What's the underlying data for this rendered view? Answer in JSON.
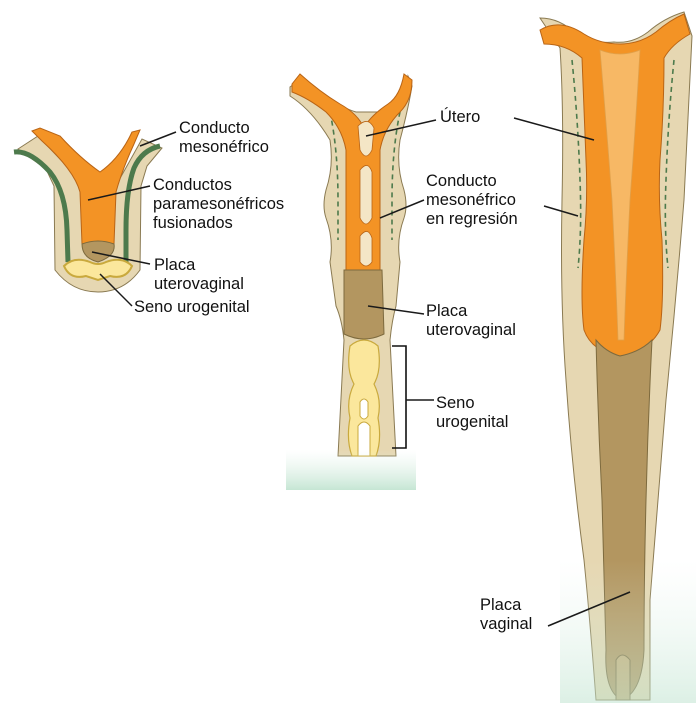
{
  "colors": {
    "mesenchyme": "#e6d7b2",
    "orange": "#f39325",
    "light_orange": "#f7b865",
    "green_duct": "#4d7a4c",
    "plate": "#b39660",
    "plate_dark": "#9d8250",
    "sinus": "#fbe79c",
    "line": "#1a1a1a"
  },
  "stage1": {
    "labels": {
      "mesonephric": [
        "Conducto",
        "mesonéfrico"
      ],
      "paramesonephric": [
        "Conductos",
        "paramesonéfricos",
        "fusionados"
      ],
      "plate": [
        "Placa",
        "uterovaginal"
      ],
      "sinus": "Seno urogenital"
    }
  },
  "stage2": {
    "labels": {
      "uterus": "Útero",
      "regressing": [
        "Conducto",
        "mesonéfrico",
        "en regresión"
      ],
      "plate": [
        "Placa",
        "uterovaginal"
      ],
      "sinus": [
        "Seno",
        "urogenital"
      ]
    }
  },
  "stage3": {
    "labels": {
      "vaginal_plate": [
        "Placa",
        "vaginal"
      ]
    }
  }
}
